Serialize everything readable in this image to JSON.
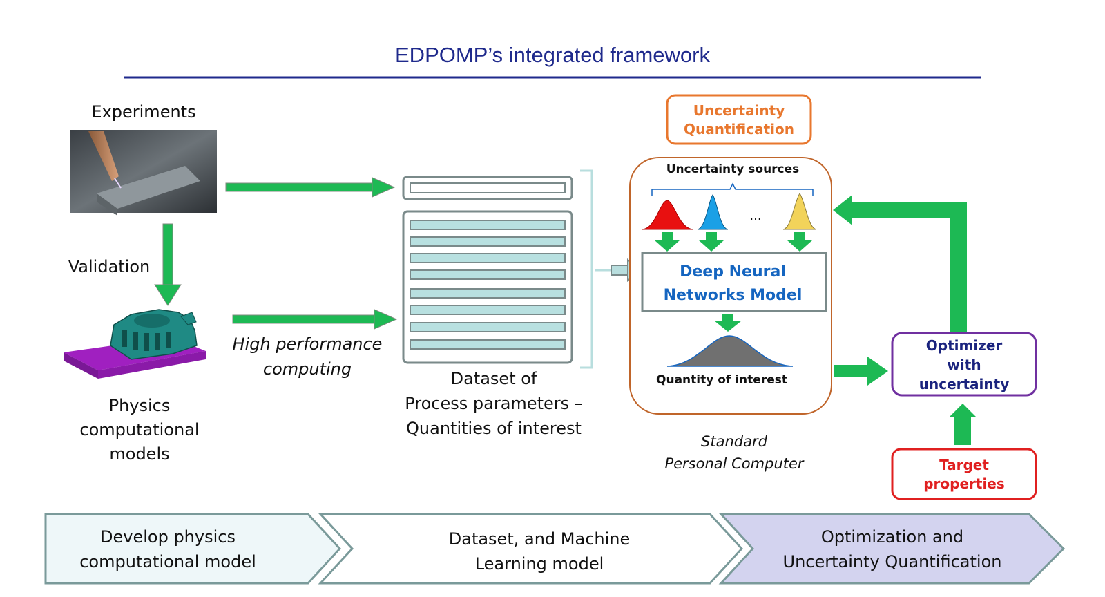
{
  "title": "EDPOMP’s integrated framework",
  "left": {
    "experiments_label": "Experiments",
    "validation_label": "Validation",
    "physics_label_lines": [
      "Physics",
      "computational",
      "models"
    ]
  },
  "hpc_label_lines": [
    "High performance",
    "computing"
  ],
  "dataset_label_lines": [
    "Dataset of",
    "Process parameters –",
    "Quantities of interest"
  ],
  "uq_box_lines": [
    "Uncertainty",
    "Quantification"
  ],
  "computer_box": {
    "sources_label": "Uncertainty sources",
    "ellipsis": "...",
    "model_lines": [
      "Deep Neural",
      "Networks Model"
    ],
    "qoi_label": "Quantity of interest",
    "caption_lines": [
      "Standard",
      "Personal Computer"
    ]
  },
  "optimizer_lines": [
    "Optimizer",
    "with",
    "uncertainty"
  ],
  "target_lines": [
    "Target",
    "properties"
  ],
  "steps": [
    {
      "lines": [
        "Develop physics",
        "computational model"
      ]
    },
    {
      "lines": [
        "Dataset, and Machine",
        "Learning model"
      ]
    },
    {
      "lines": [
        "Optimization and",
        "Uncertainty Quantification"
      ]
    }
  ],
  "colors": {
    "title": "#1f2a8c",
    "arrow_green": "#1db954",
    "uq_orange": "#e8772e",
    "dnn_blue": "#1565c0",
    "optimizer_purple": "#7030a0",
    "target_red": "#e02020",
    "step3_fill": "#d3d3ef"
  }
}
